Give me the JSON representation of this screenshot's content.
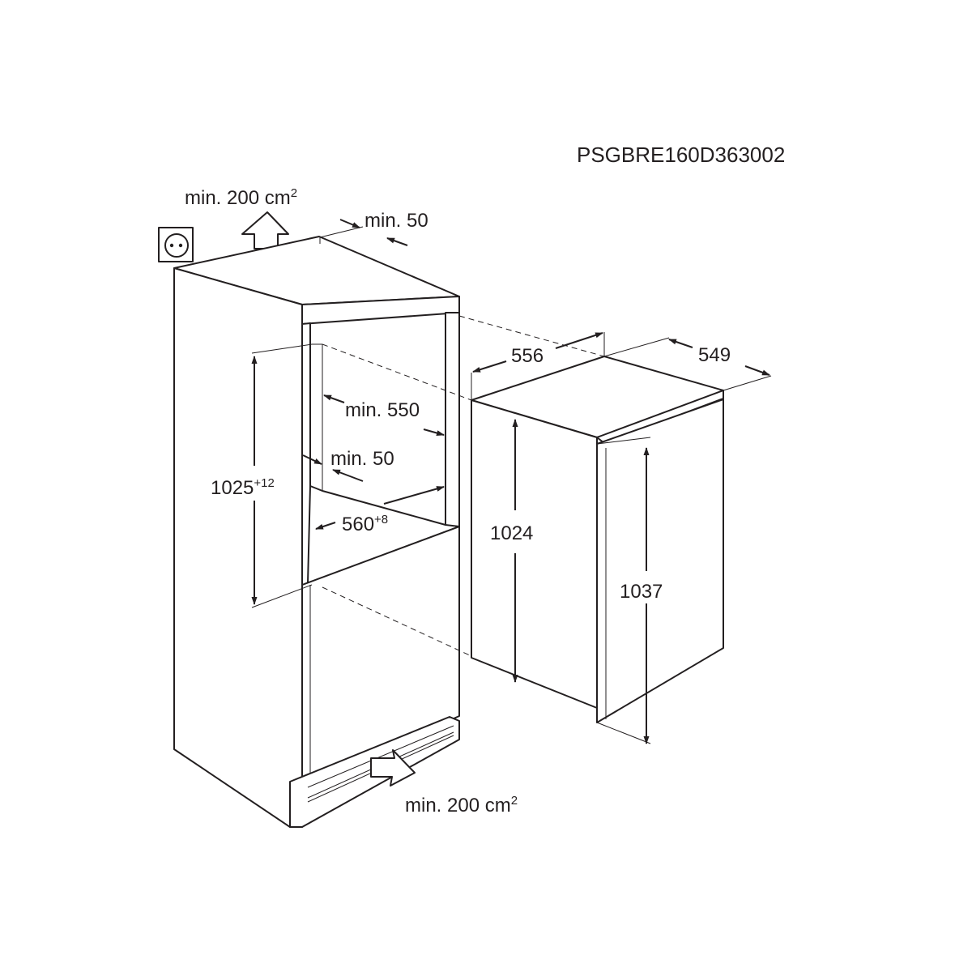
{
  "diagram_code": "PSGBRE160D363002",
  "icons": {
    "socket": "power-socket-icon",
    "airflow_up": "arrow-up-icon",
    "airflow_in": "arrow-right-icon"
  },
  "labels": {
    "vent_top": {
      "text": "min. 200 cm",
      "sup": "2"
    },
    "vent_bottom": {
      "text": "min. 200 cm",
      "sup": "2"
    },
    "gap_top": "min. 50",
    "depth_niche": "min. 550",
    "gap_rear": "min. 50",
    "niche_height": {
      "text": "1025",
      "sup": "+12"
    },
    "niche_width": {
      "text": "560",
      "sup": "+8"
    },
    "appliance_width": "556",
    "appliance_depth": "549",
    "appliance_height": "1024",
    "door_height": "1037"
  }
}
